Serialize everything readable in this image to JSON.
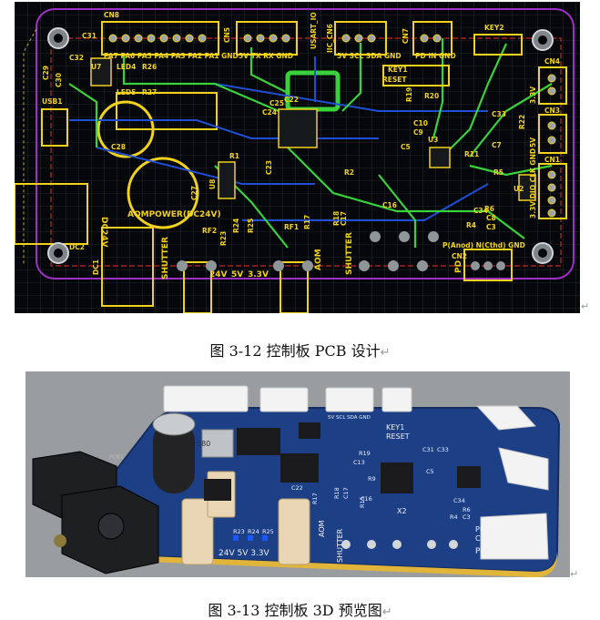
{
  "figure1": {
    "caption_number": "图 3-12",
    "caption_text": "控制板 PCB 设计",
    "silkscreen": {
      "cn8": "CN8",
      "cn8_pins": "PA7 PA6 PA5 PA4 PA3 PA2 PA1 GND",
      "cn5": "CN5",
      "cn5_pins": "5V TX RX GND",
      "usart_io": "USART_IO",
      "iic_cn6": "IIC_CN6",
      "cn6_pins": "5V SCL SDA GND",
      "cn7": "CN7",
      "cn7_pins": "PD IN GND",
      "key2": "KEY2",
      "key1": "KEY1",
      "reset": "RESET",
      "cn4": "CN4",
      "cn3": "CN3",
      "cn1": "CN1",
      "c31": "C31",
      "c32": "C32",
      "u7": "U7",
      "c29": "C29",
      "c30": "C30",
      "usb1": "USB1",
      "led4": "LED4",
      "r26": "R26",
      "led5": "LED5",
      "r27": "R27",
      "c28": "C28",
      "dc2": "DC2",
      "dc1": "DC1",
      "dc24v": "DC24V",
      "c27": "C27",
      "u8": "U8",
      "aom_power": "AOMPOWER(DC24V)",
      "rf2": "RF2",
      "rf1": "RF1",
      "r23": "R23",
      "r24": "R24",
      "r25": "R25",
      "shutter": "SHUTTER",
      "aom": "AOM",
      "volt_24v": "24V",
      "volt_5v": "5V",
      "volt_3v3": "3.3V",
      "u2": "U2",
      "u3": "U3",
      "pd_label": "P(Anod) N(Cthd) GND",
      "cn2": "CN2",
      "pd": "PD",
      "r22": "R22",
      "c33": "C33",
      "c34": "C34",
      "r4": "R4",
      "r6": "R6",
      "c8": "C8",
      "c3": "C3",
      "r11": "R11",
      "r5": "R5",
      "r1": "R1",
      "r2": "R2",
      "c10": "C10",
      "c9": "C9",
      "c22": "C22",
      "c24": "C24",
      "c25": "C25",
      "c23": "C23",
      "r19": "R19",
      "r20": "R20",
      "c5": "C5",
      "c7": "C7",
      "r17": "R17",
      "r18": "R18",
      "c17": "C17",
      "c16": "C16",
      "pin_33v": "3.3V",
      "pin_5v": "5V",
      "pin_dio": "3.3V DIO CLK GND"
    }
  },
  "figure2": {
    "caption_number": "图 3-13",
    "caption_text": "控制板 3D 预览图",
    "silkscreen": {
      "key1": "KEY1",
      "reset": "RESET",
      "aom": "AOM",
      "shutter": "SHUTTER",
      "volts": "24V 5V 3.3V",
      "pd_anode": "P(Anod",
      "cn2": "CN2",
      "pd": "PD",
      "x2": "X2",
      "cap_680": "680",
      "r23": "R23",
      "r24": "R24",
      "r25": "R25",
      "c33": "C33",
      "c34": "C34",
      "c22": "C22",
      "r6": "R6",
      "c5": "C5",
      "c3": "C3",
      "r4": "R4",
      "r19": "R19",
      "c13": "C13",
      "r18": "R18",
      "c17": "C17",
      "c16": "C16",
      "r9": "R9",
      "r15": "R15",
      "pins": "5V SCL SDA GND",
      "pcb1": "PCB1",
      "r17": "R17",
      "c31": "C31"
    }
  },
  "paragraph_mark": "↵",
  "colors": {
    "pcb_background": "#05070a",
    "copper_yellow": "#f2d21b",
    "trace_green": "#39d23b",
    "trace_blue": "#1f4fd6",
    "board_outline": "#a02fc7",
    "keepout_red": "#c8262b",
    "soldermask_blue": "#1d3f86",
    "render_background": "#9a9da0"
  }
}
